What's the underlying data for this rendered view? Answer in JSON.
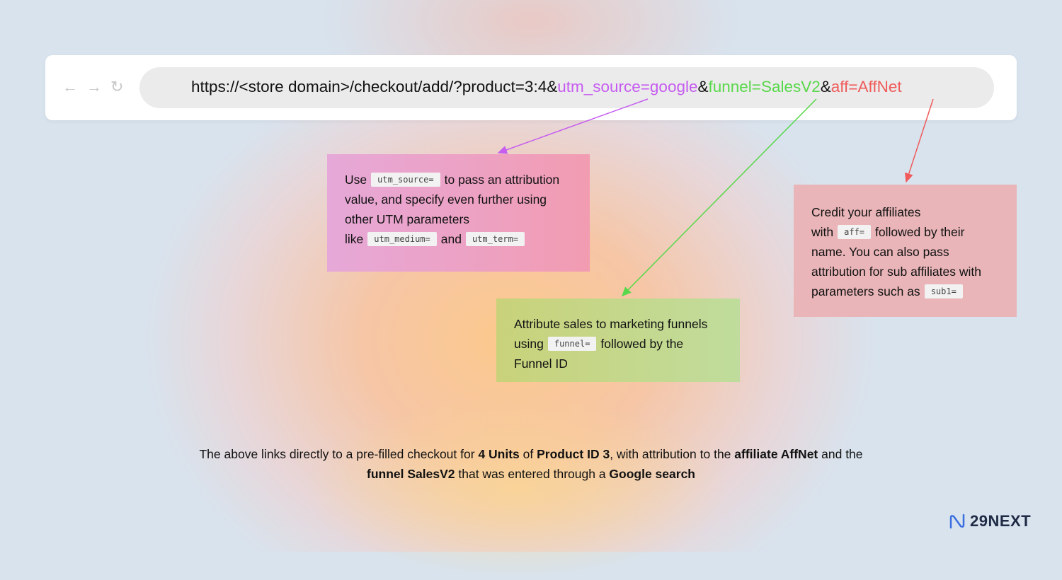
{
  "browser": {
    "nav_icons": [
      "arrow-left-icon",
      "arrow-right-icon",
      "refresh-icon"
    ],
    "url": {
      "base": "https://<store domain>/checkout/add/?product=3:4&",
      "utm": "utm_source=google",
      "amp1": "&",
      "funnel": "funnel=SalesV2",
      "amp2": "&",
      "aff": "aff=AffNet"
    }
  },
  "callouts": {
    "utm": {
      "t1": "Use",
      "code1": "utm_source=",
      "t2": "to pass an attribution value, and specify even further using other UTM parameters like",
      "code2": "utm_medium=",
      "t3": "and",
      "code3": "utm_term="
    },
    "funnel": {
      "t1": "Attribute sales to marketing funnels using",
      "code1": "funnel=",
      "t2": "followed by the Funnel ID"
    },
    "aff": {
      "t1": "Credit your affiliates with",
      "code1": "aff=",
      "t2": "followed by their name. You can also pass attribution for sub affiliates with parameters such as",
      "code2": "sub1="
    }
  },
  "caption": {
    "p1": "The above links directly to a pre-filled checkout for ",
    "b1": "4 Units",
    "p2": " of ",
    "b2": "Product ID 3",
    "p3": ", with attribution to the ",
    "b3": "affiliate AffNet",
    "p4": " and the ",
    "b4": "funnel SalesV2",
    "p5": " that was entered through a ",
    "b5": "Google search"
  },
  "logo": {
    "text": "29NEXT"
  },
  "colors": {
    "utm": "#c65cf0",
    "funnel": "#58d84a",
    "aff": "#f05a5a"
  }
}
